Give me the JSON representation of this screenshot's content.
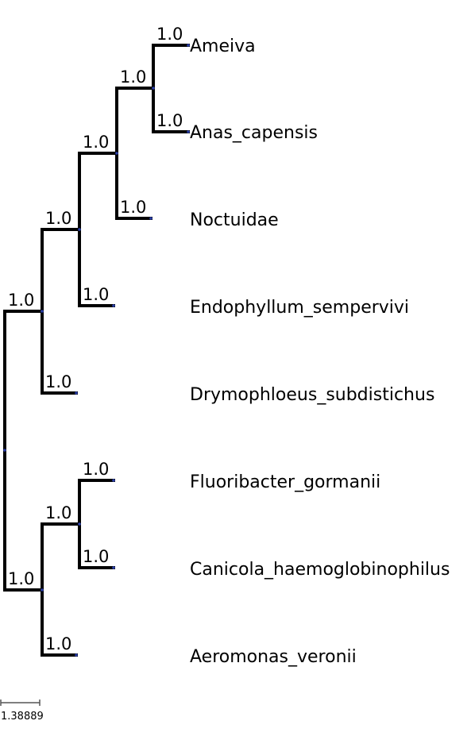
{
  "tree": {
    "taxa": [
      "Ameiva",
      "Anas_capensis",
      "Noctuidae",
      "Endophyllum_sempervivi",
      "Drymophloeus_subdistichus",
      "Fluoribacter_gormanii",
      "Canicola_haemoglobinophilus",
      "Aeromonas_veronii"
    ],
    "branch_supports": {
      "ameiva": "1.0",
      "anas_capensis": "1.0",
      "noctuidae": "1.0",
      "endophyllum_sempervivi": "1.0",
      "drymophloeus_subdistichus": "1.0",
      "fluoribacter_gormanii": "1.0",
      "canicola_haemoglobinophilus": "1.0",
      "aeromonas_veronii": "1.0",
      "clade_ameiva_anas": "1.0",
      "clade_with_noctuidae": "1.0",
      "clade_with_endophyllum": "1.0",
      "clade_with_drymophloeus": "1.0",
      "clade_fluoribacter_canicola": "1.0",
      "clade_with_aeromonas": "1.0"
    },
    "scale_bar_label": "1.38889",
    "colors": {
      "branch": "#000000",
      "node_dot": "#2b3fa8",
      "text": "#000000",
      "scale_bar": "#555555"
    }
  }
}
